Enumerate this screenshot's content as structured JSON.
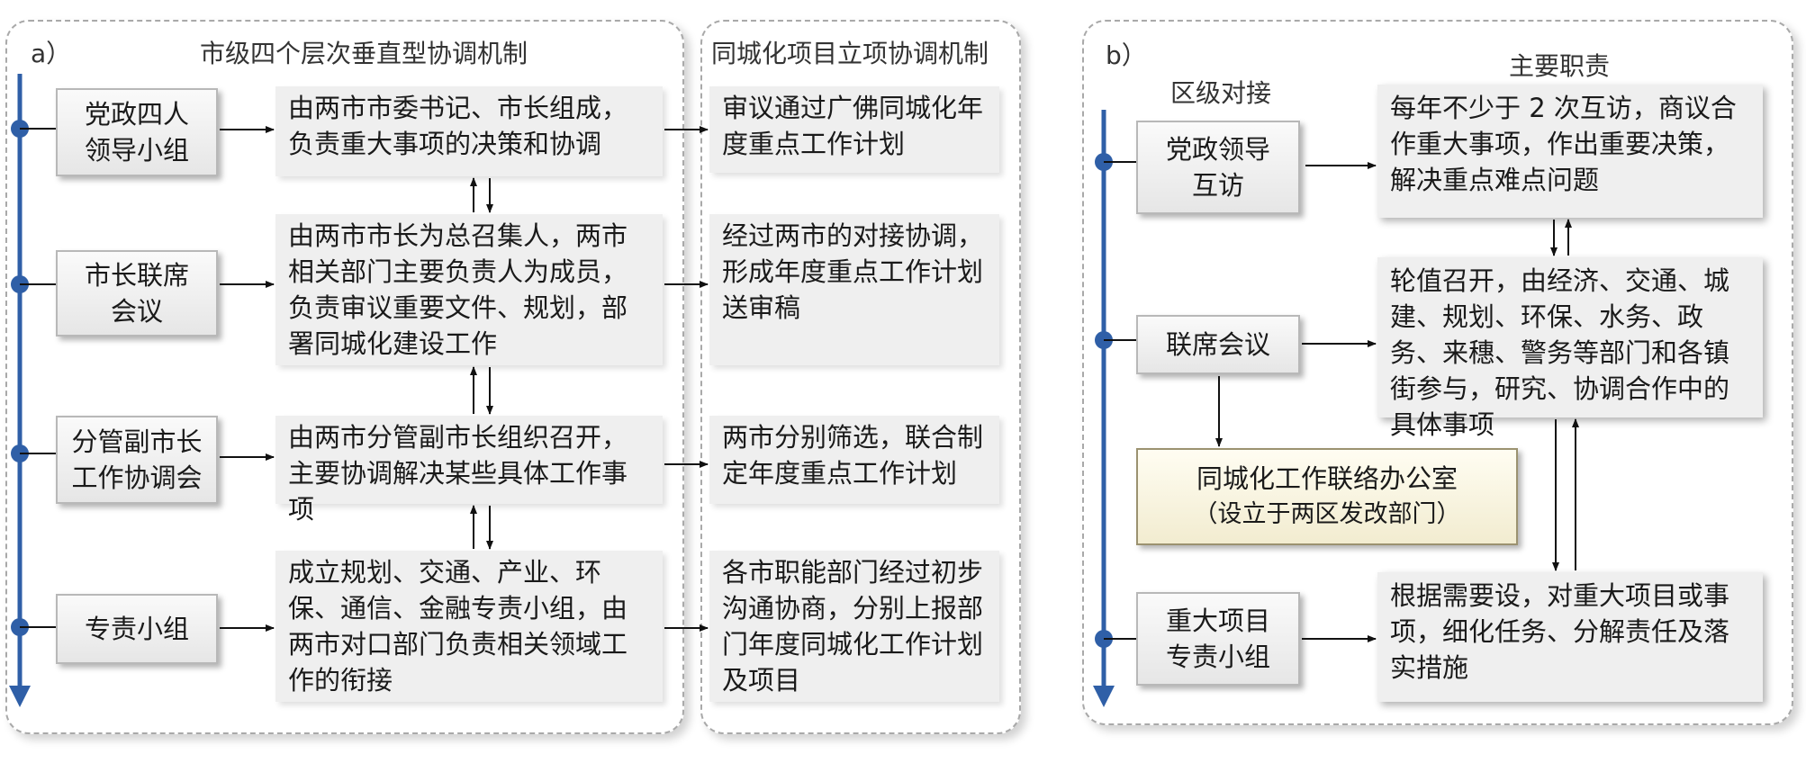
{
  "panel_a": {
    "tag": "a）",
    "title_left": "市级四个层次垂直型协调机制",
    "title_right": "同城化项目立项协调机制",
    "levels": [
      {
        "label": "党政四人\n领导小组",
        "desc": "由两市市委书记、市长组成，负责重大事项的决策和协调",
        "result": "审议通过广佛同城化年度重点工作计划"
      },
      {
        "label": "市长联席\n会议",
        "desc": "由两市市长为总召集人，两市相关部门主要负责人为成员，负责审议重要文件、规划，部署同城化建设工作",
        "result": "经过两市的对接协调，形成年度重点工作计划送审稿"
      },
      {
        "label": "分管副市长\n工作协调会",
        "desc": "由两市分管副市长组织召开，主要协调解决某些具体工作事项",
        "result": "两市分别筛选，联合制定年度重点工作计划"
      },
      {
        "label": "专责小组",
        "desc": "成立规划、交通、产业、环保、通信、金融专责小组，由两市对口部门负责相关领域工作的衔接",
        "result": "各市职能部门经过初步沟通协商，分别上报部门年度同城化工作计划及项目"
      }
    ]
  },
  "panel_b": {
    "tag": "b）",
    "title_left": "区级对接",
    "title_right": "主要职责",
    "levels": [
      {
        "label": "党政领导\n互访",
        "duty": "每年不少于 2 次互访，商议合作重大事项，作出重要决策，解决重点难点问题"
      },
      {
        "label": "联席会议",
        "duty": "轮值召开，由经济、交通、城建、规划、环保、水务、政务、来穗、警务等部门和各镇街参与，研究、协调合作中的具体事项"
      },
      {
        "label": "重大项目\n专责小组",
        "duty": "根据需要设，对重大项目或事项，细化任务、分解责任及落实措施"
      }
    ],
    "office": {
      "line1": "同城化工作联络办公室",
      "line2": "（设立于两区发改部门）"
    }
  },
  "colors": {
    "axis": "#2f5fa7",
    "arrow": "#111111",
    "office_bg": "#f6f1dc"
  }
}
